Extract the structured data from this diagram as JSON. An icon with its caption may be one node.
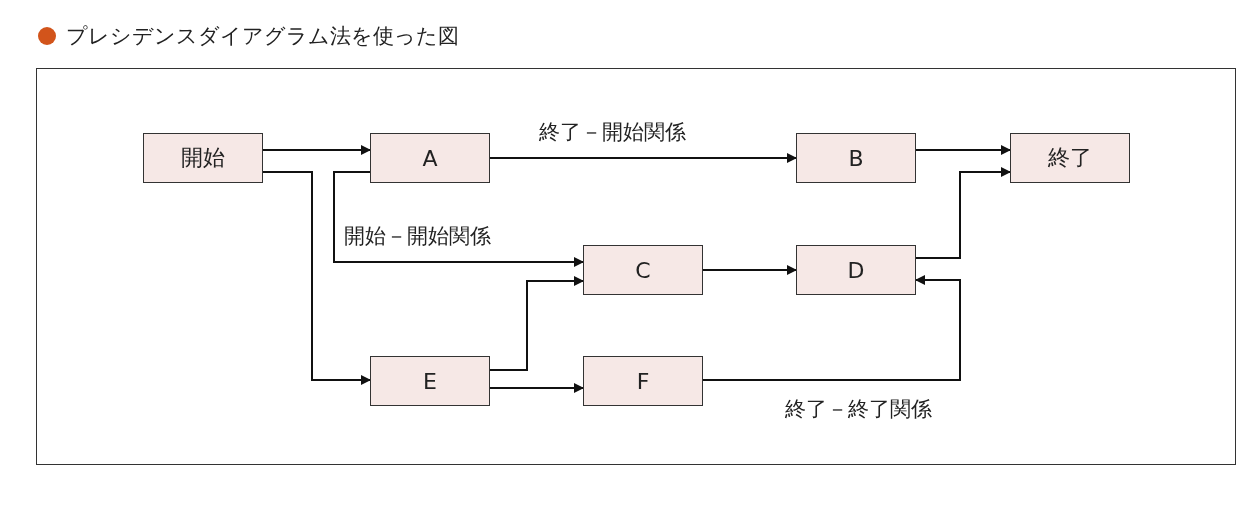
{
  "diagram": {
    "title": "プレシデンスダイアグラム法を使った図",
    "nodes": [
      {
        "text": [
          "開始"
        ]
      },
      {
        "text": [
          "A"
        ]
      },
      {
        "text": [
          "B"
        ]
      },
      {
        "text": [
          "終了"
        ]
      },
      {
        "text": [
          "C"
        ]
      },
      {
        "text": [
          "D"
        ]
      },
      {
        "text": [
          "E"
        ]
      },
      {
        "text": [
          "F"
        ]
      }
    ],
    "edges": [
      {
        "from": 0,
        "to": 1,
        "arrow": "to"
      },
      {
        "from": 0,
        "to": 6,
        "arrow": "to"
      },
      {
        "from": 1,
        "to": 2,
        "arrow": "to",
        "label": "終了－開始関係"
      },
      {
        "from": 1,
        "to": 4,
        "arrow": "to",
        "label": "開始－開始関係"
      },
      {
        "from": 2,
        "to": 3,
        "arrow": "to"
      },
      {
        "from": 5,
        "to": 3,
        "arrow": "to"
      },
      {
        "from": 4,
        "to": 5,
        "arrow": "to"
      },
      {
        "from": 6,
        "to": 4,
        "arrow": "to"
      },
      {
        "from": 6,
        "to": 7,
        "arrow": "to"
      },
      {
        "from": 7,
        "to": 5,
        "arrow": "to",
        "label": "終了－終了関係"
      }
    ]
  }
}
